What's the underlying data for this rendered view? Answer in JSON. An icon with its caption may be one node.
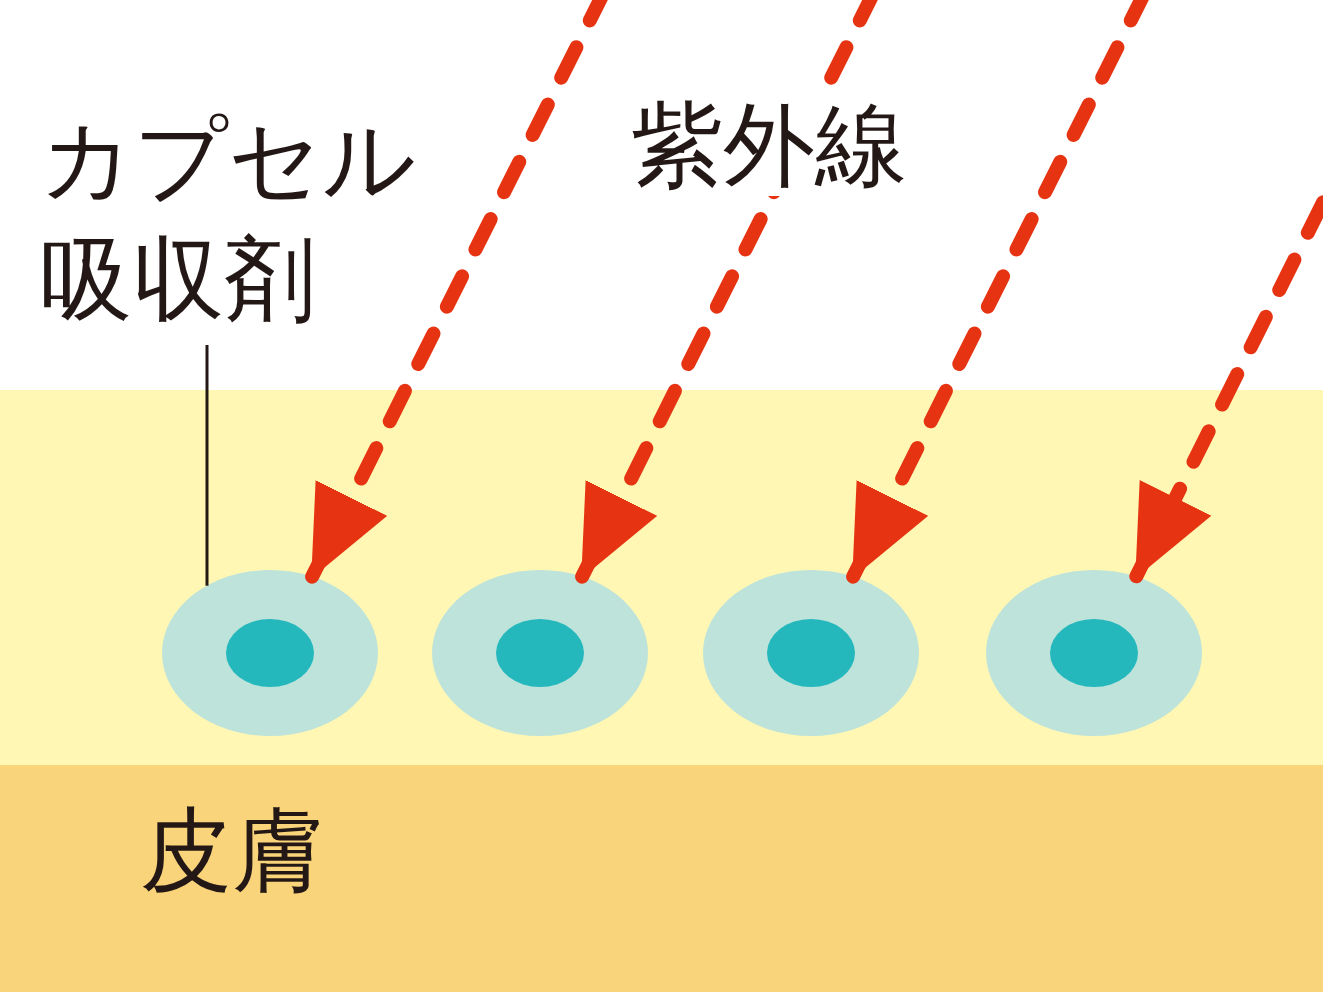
{
  "diagram": {
    "nodes": [
      {
        "text": [],
        "shape": "band"
      },
      {
        "text": [
          "皮膚"
        ]
      },
      {
        "text": [
          "カプセル吸収剤"
        ]
      },
      {
        "text": [],
        "shape": "circle",
        "in": 0
      },
      {
        "text": [],
        "shape": "circle",
        "in": 0
      },
      {
        "text": [],
        "shape": "circle",
        "in": 0
      },
      {
        "text": [],
        "shape": "circle",
        "in": 0
      }
    ],
    "edges": [
      {
        "from": 2,
        "to": 3,
        "arrow": "none",
        "color": "#231815"
      },
      {
        "from": null,
        "to": 3,
        "arrow": "to",
        "style": "dashed",
        "color": "#e63312"
      },
      {
        "from": null,
        "to": 4,
        "arrow": "to",
        "style": "dashed",
        "color": "#e63312"
      },
      {
        "from": null,
        "to": 5,
        "arrow": "to",
        "style": "dashed",
        "color": "#e63312"
      },
      {
        "from": null,
        "to": 6,
        "arrow": "to",
        "style": "dashed",
        "color": "#e63312"
      }
    ],
    "labels": [
      "紫外線"
    ]
  }
}
